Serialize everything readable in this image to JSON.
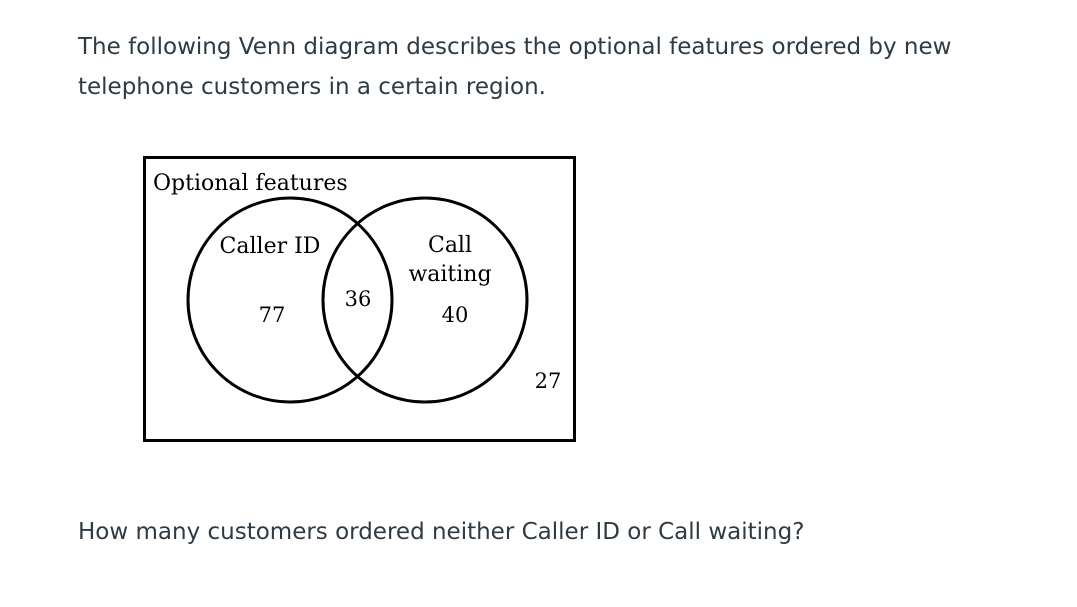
{
  "intro_text": "The following Venn diagram describes the optional features ordered by new telephone customers in a certain region.",
  "question_text": "How many customers ordered neither Caller ID or Call waiting?",
  "venn": {
    "title": "Optional features",
    "set_a": {
      "label": "Caller ID",
      "only_count": "77"
    },
    "set_b": {
      "label_line1": "Call",
      "label_line2": "waiting",
      "only_count": "40"
    },
    "intersection_count": "36",
    "outside_count": "27"
  }
}
